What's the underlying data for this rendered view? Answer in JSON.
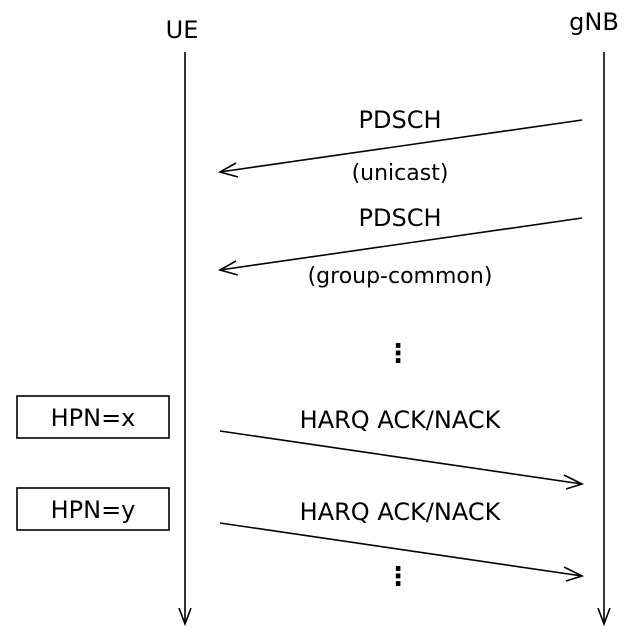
{
  "lifelines": {
    "left": "UE",
    "right": "gNB"
  },
  "messages": [
    {
      "label": "PDSCH",
      "sublabel": "(unicast)",
      "direction": "gNB-to-UE"
    },
    {
      "label": "PDSCH",
      "sublabel": "(group-common)",
      "direction": "gNB-to-UE"
    },
    {
      "label": "HARQ ACK/NACK",
      "direction": "UE-to-gNB"
    },
    {
      "label": "HARQ ACK/NACK",
      "direction": "UE-to-gNB"
    }
  ],
  "process_boxes": [
    {
      "label": "HPN=x"
    },
    {
      "label": "HPN=y"
    }
  ],
  "continuation_marks": [
    "⋮",
    "⋮"
  ]
}
